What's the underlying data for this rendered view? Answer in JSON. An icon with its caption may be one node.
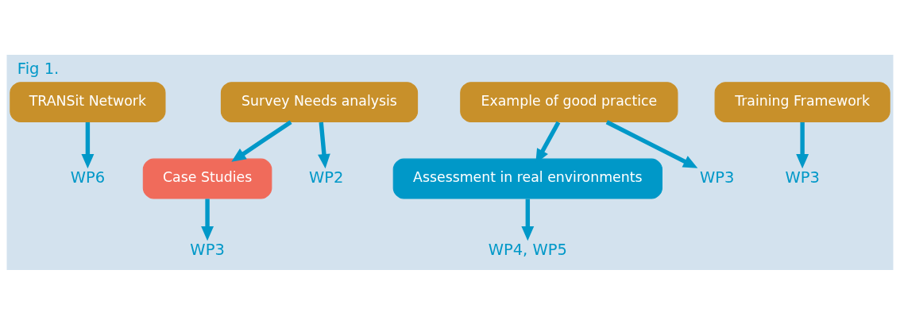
{
  "diagram": {
    "title": "Fig 1.",
    "nodes": [
      {
        "text": [
          "TRANSit Network"
        ]
      },
      {
        "text": [
          "Survey Needs analysis"
        ]
      },
      {
        "text": [
          "Case Studies"
        ]
      },
      {
        "text": [
          "Assessment in real environments"
        ]
      },
      {
        "text": [
          "Example of good practice"
        ]
      },
      {
        "text": [
          "Training Framework"
        ]
      },
      {
        "text": [
          "WP6"
        ]
      },
      {
        "text": [
          "WP2"
        ]
      },
      {
        "text": [
          "WP3"
        ]
      },
      {
        "text": [
          "WP4, WP5"
        ]
      },
      {
        "text": [
          "WP3"
        ]
      },
      {
        "text": [
          "WP3"
        ]
      }
    ],
    "edges": [
      {
        "from": 0,
        "to": 6,
        "arrow": "to"
      },
      {
        "from": 1,
        "to": 7,
        "arrow": "to"
      },
      {
        "from": 1,
        "to": 2,
        "arrow": "to"
      },
      {
        "from": 2,
        "to": 8,
        "arrow": "to"
      },
      {
        "from": 3,
        "to": 9,
        "arrow": "to"
      },
      {
        "from": 4,
        "to": 3,
        "arrow": "to"
      },
      {
        "from": 4,
        "to": 10,
        "arrow": "to"
      },
      {
        "from": 5,
        "to": 11,
        "arrow": "to"
      }
    ]
  }
}
